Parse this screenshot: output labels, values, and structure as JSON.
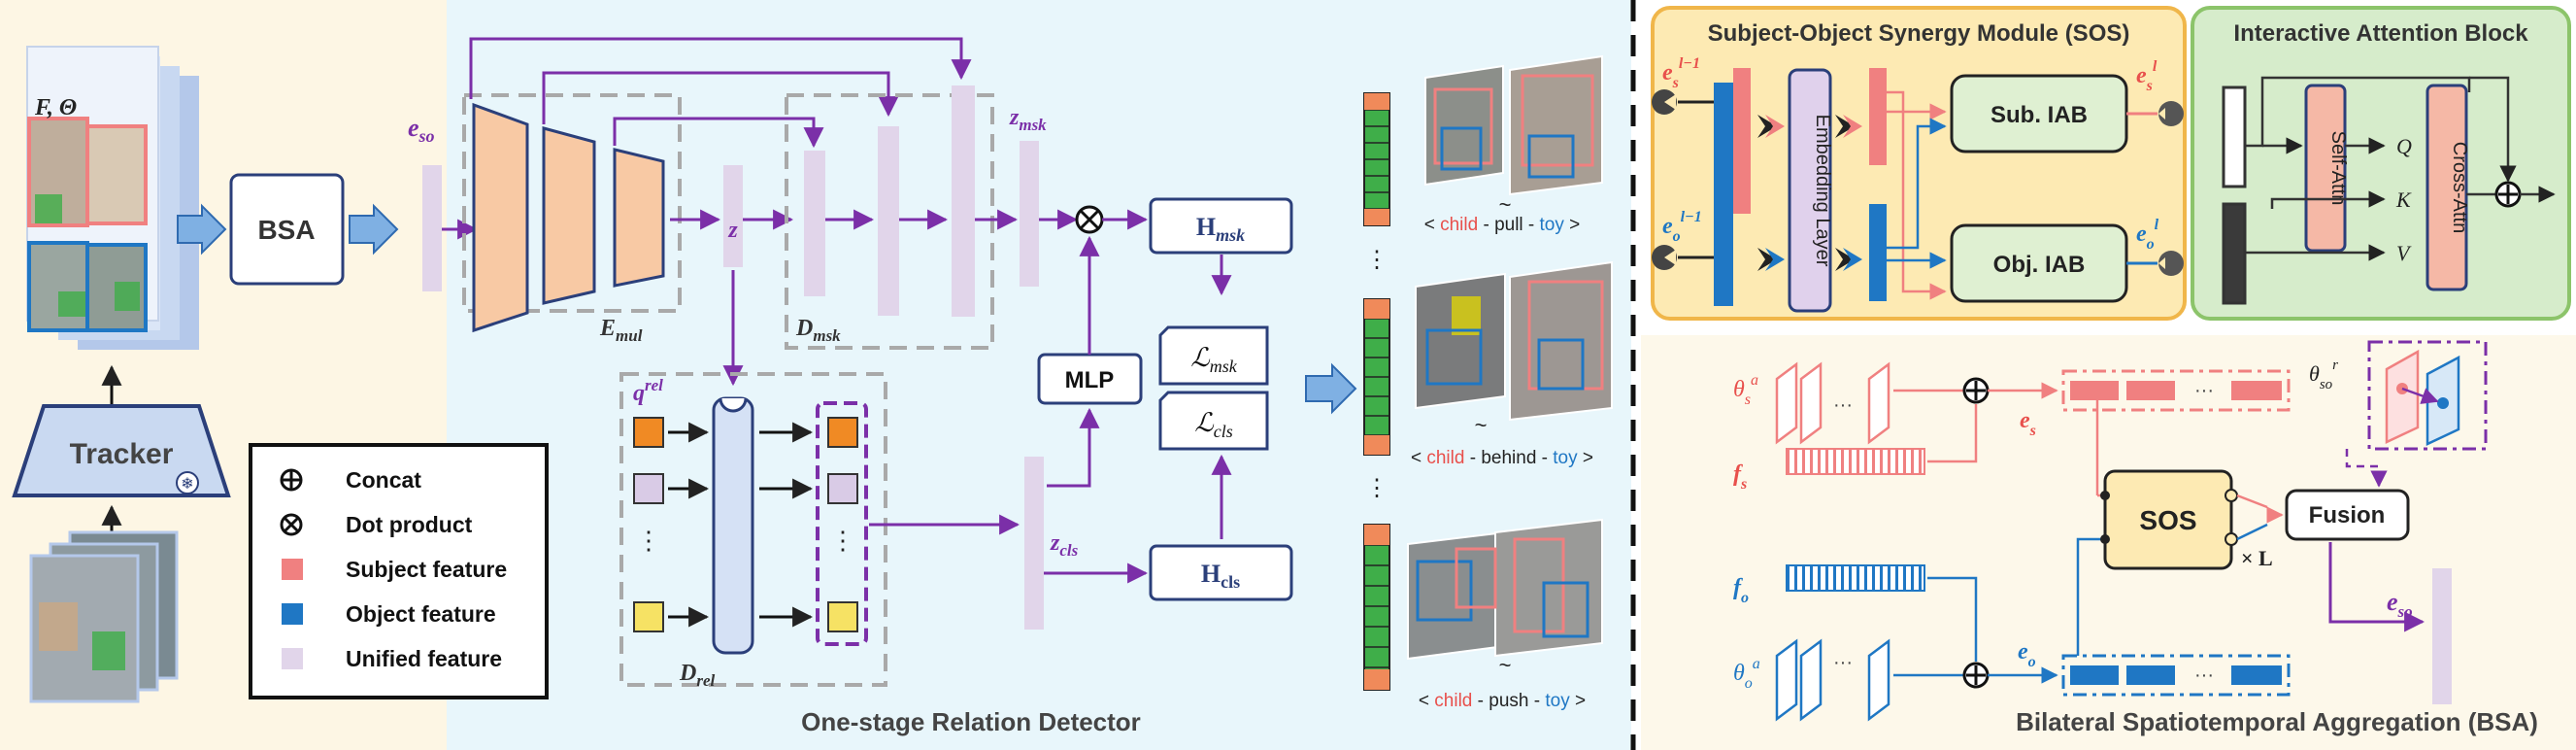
{
  "left": {
    "input_label": "F, Θ",
    "tracker": "Tracker",
    "bsa": "BSA",
    "legend": {
      "concat": "Concat",
      "dot": "Dot product",
      "subject": "Subject feature",
      "object": "Object feature",
      "unified": "Unified feature"
    }
  },
  "detector": {
    "title": "One-stage Relation Detector",
    "e_so": "e_so",
    "z": "z",
    "z_msk": "z_msk",
    "z_cls": "z_cls",
    "E_mul": "E_mul",
    "D_msk": "D_msk",
    "D_rel": "D_rel",
    "q_rel": "q^rel",
    "mlp": "MLP",
    "h_msk": "H_msk",
    "h_cls": "H_cls",
    "l_msk": "ℒ_msk",
    "l_cls": "ℒ_cls",
    "dots": "⋮"
  },
  "outputs": {
    "tilde": "~",
    "ellipsis": "⋮",
    "triplets": [
      {
        "open": "<",
        "subject": "child",
        "predicate": "pull",
        "object": "toy",
        "close": ">"
      },
      {
        "open": "<",
        "subject": "child",
        "predicate": "behind",
        "object": "toy",
        "close": ">"
      },
      {
        "open": "<",
        "subject": "child",
        "predicate": "push",
        "object": "toy",
        "close": ">"
      }
    ]
  },
  "sos": {
    "title": "Subject-Object Synergy Module (SOS)",
    "e_s_in": "e_s^{l−1}",
    "e_o_in": "e_o^{l−1}",
    "embedding": "Embedding Layer",
    "sub_iab": "Sub. IAB",
    "obj_iab": "Obj. IAB",
    "e_s_out": "e_s^l",
    "e_o_out": "e_o^l"
  },
  "iab": {
    "title": "Interactive Attention Block",
    "self_attn": "Self-Attn",
    "cross_attn": "Cross-Attn",
    "q": "Q",
    "k": "K",
    "v": "V"
  },
  "bsa_detail": {
    "title": "Bilateral Spatiotemporal Aggregation (BSA)",
    "theta_s": "θ_s^a",
    "theta_o": "θ_o^a",
    "f_s": "f_s",
    "f_o": "f_o",
    "e_s": "e_s",
    "e_o": "e_o",
    "e_so": "e_so",
    "theta_so": "θ_so^r",
    "sos": "SOS",
    "fusion": "Fusion",
    "times_l": "× L",
    "dots": "···"
  },
  "colors": {
    "subject": "#f08080",
    "object": "#1f77c4",
    "unified": "#e1d5ea",
    "purple": "#7b2fa8",
    "encoder": "#f8c9a4"
  }
}
